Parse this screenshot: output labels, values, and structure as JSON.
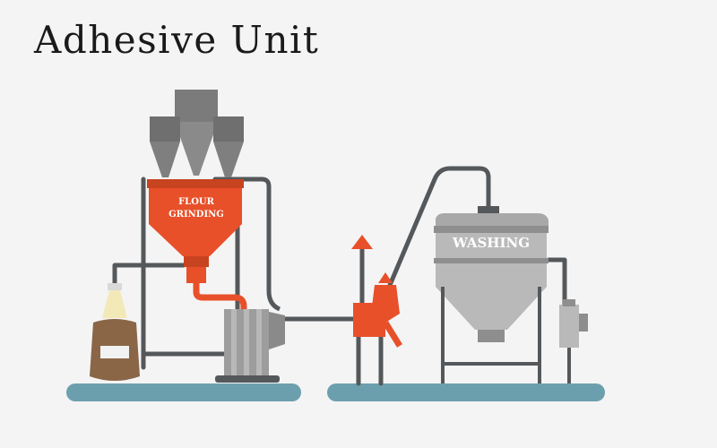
{
  "title": "Adhesive Unit",
  "labels": {
    "flour_line1": "FLOUR",
    "flour_line2": "GRINDING",
    "washing": "WASHING"
  },
  "colors": {
    "background": "#f4f4f4",
    "pipe": "#55585b",
    "machine_orange": "#e8502a",
    "steel_light": "#b9b9b9",
    "steel_dark": "#8e8e8e",
    "cyclone": "#7b7b7b",
    "base_teal": "#6c9fae",
    "sack_brown": "#8a6647"
  }
}
